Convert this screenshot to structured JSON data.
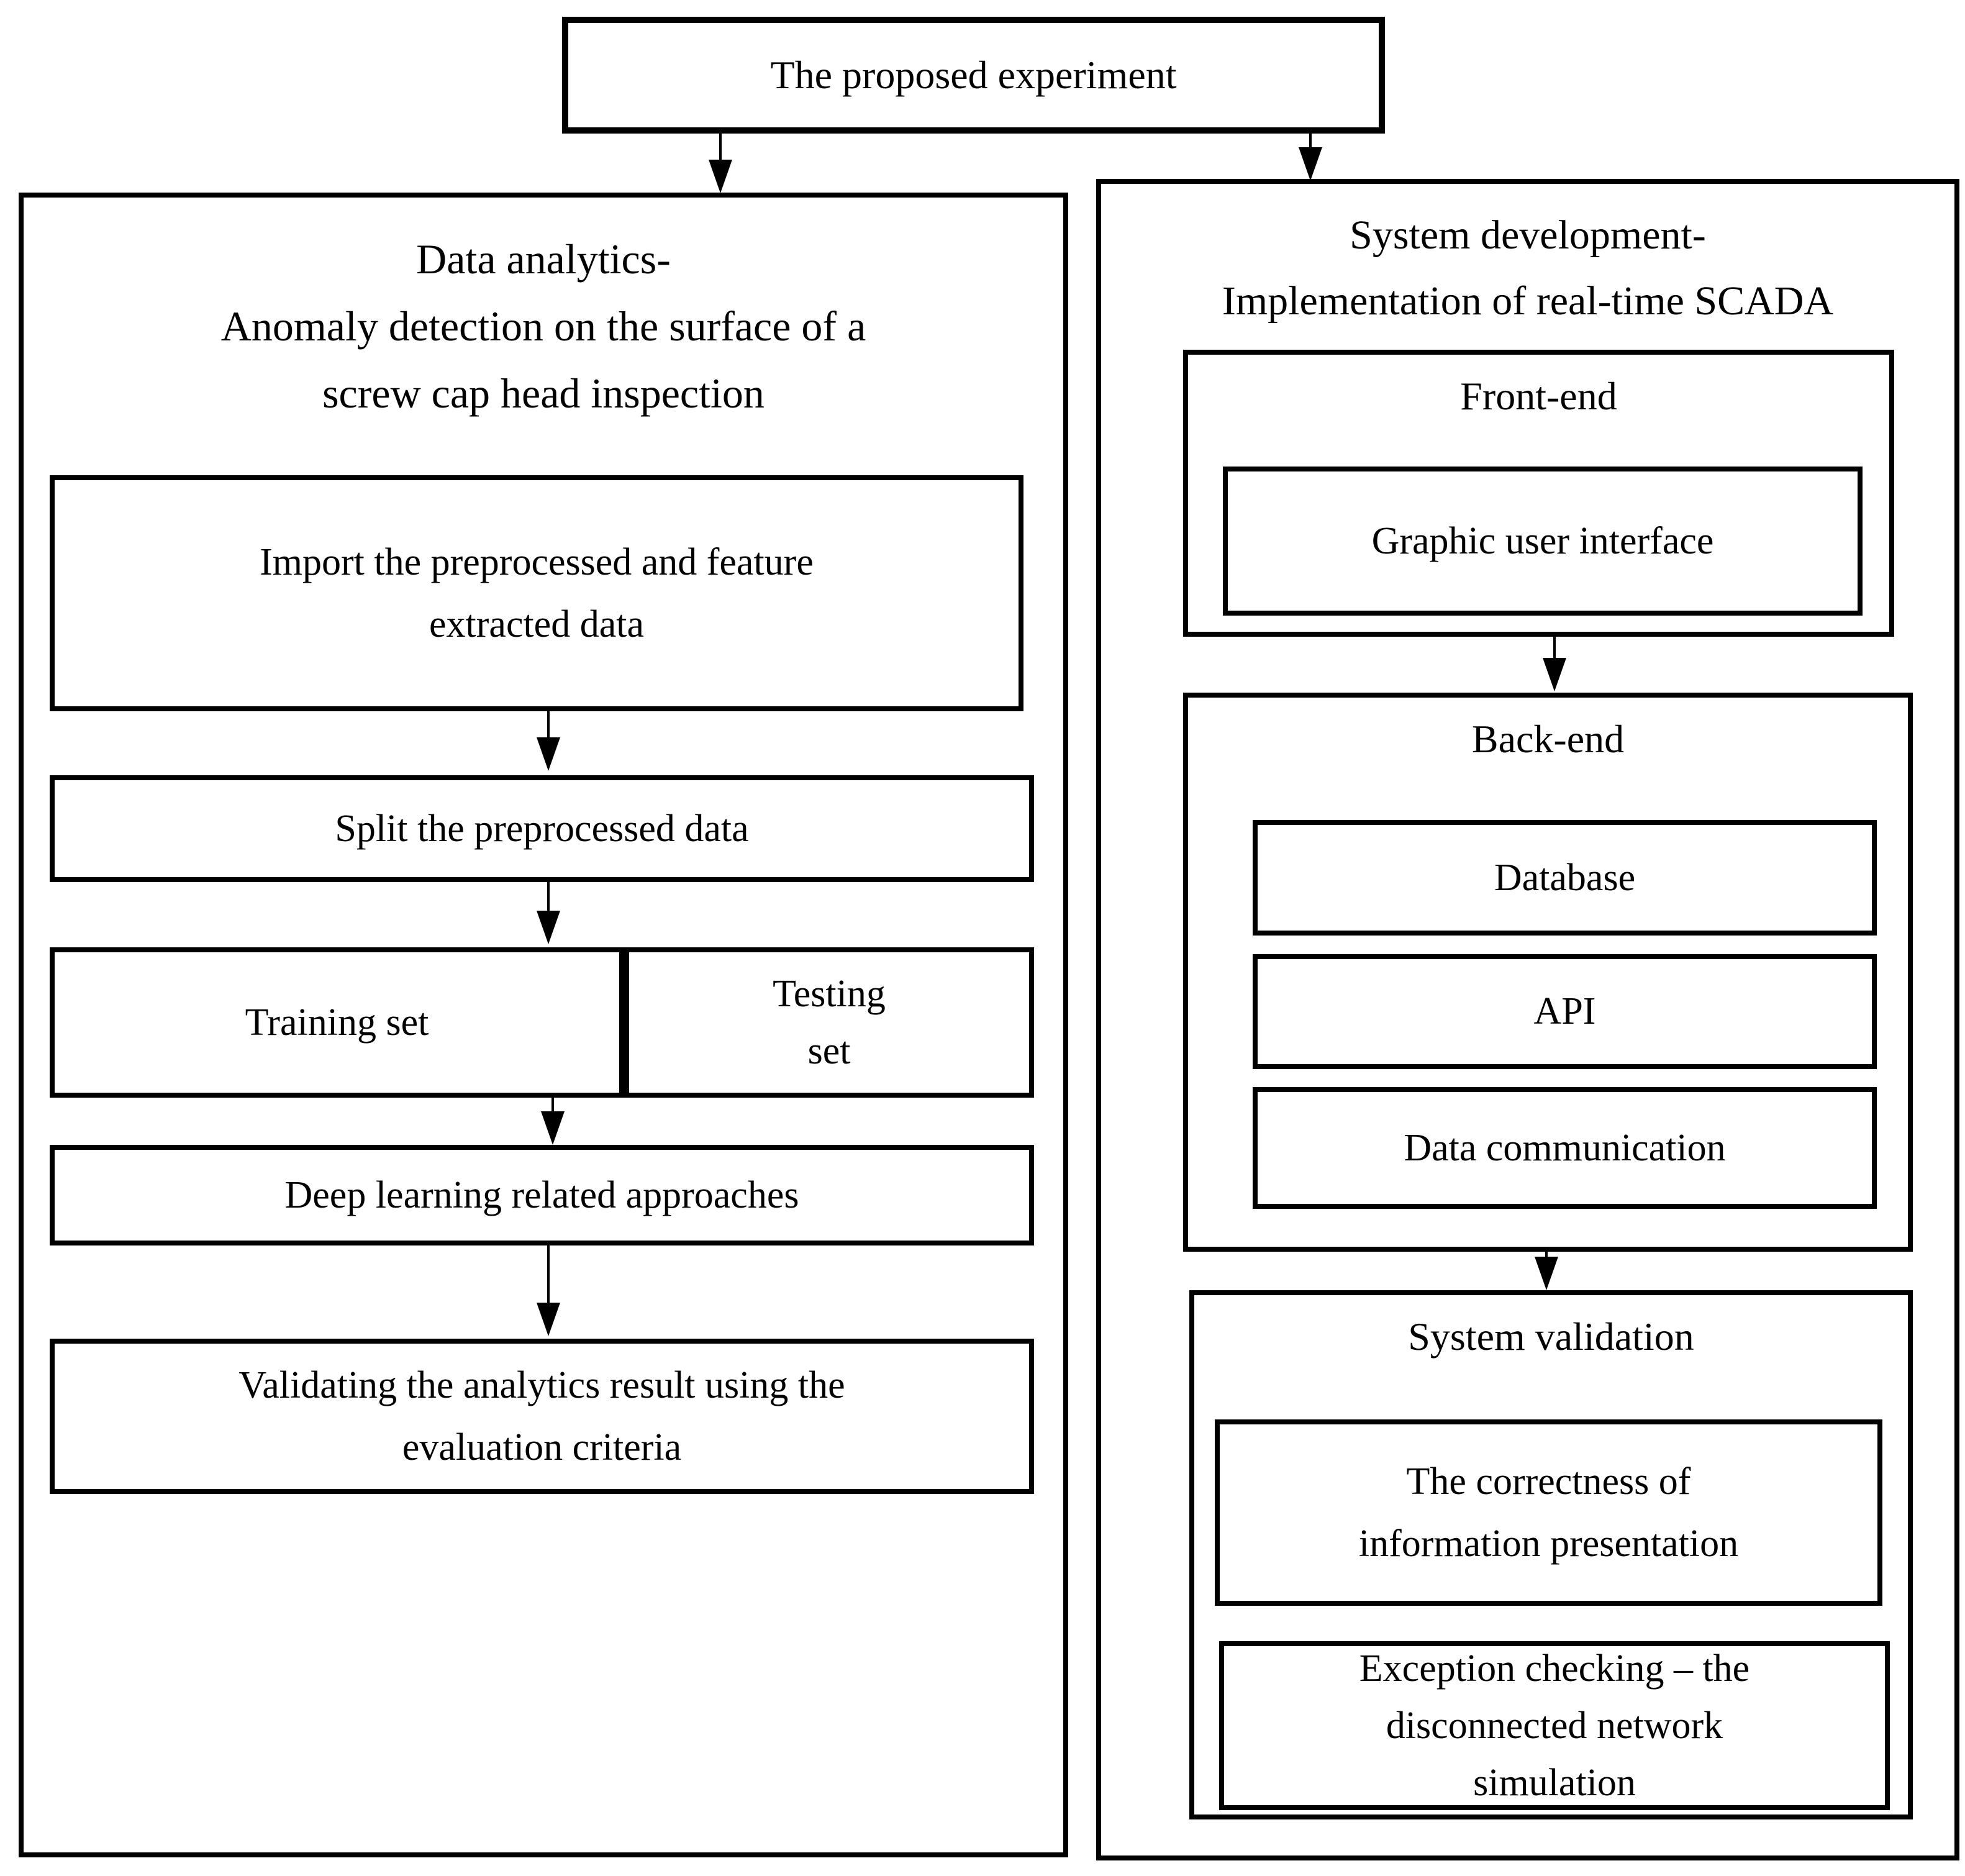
{
  "top_box": {
    "label": "The proposed experiment"
  },
  "left_panel": {
    "title_lines": [
      "Data analytics-",
      "Anomaly detection on the surface of a",
      "screw cap head inspection"
    ],
    "import_box_lines": [
      "Import the preprocessed and feature",
      "extracted data"
    ],
    "split_box_label": "Split the preprocessed data",
    "training_box_label": "Training set",
    "testing_box_lines": [
      "Testing",
      "set"
    ],
    "deep_learning_box_label": "Deep learning related approaches",
    "validating_box_lines": [
      "Validating the analytics result using the",
      "evaluation criteria"
    ]
  },
  "right_panel": {
    "title_lines": [
      "System development-",
      "Implementation of real-time SCADA"
    ],
    "front_end": {
      "label": "Front-end",
      "gui_box_label": "Graphic user interface"
    },
    "back_end": {
      "label": "Back-end",
      "database_box_label": "Database",
      "api_box_label": "API",
      "data_communication_box_label": "Data communication"
    },
    "system_validation": {
      "label": "System validation",
      "correctness_box_lines": [
        "The correctness of",
        "information presentation"
      ],
      "exception_box_lines": [
        "Exception checking – the",
        "disconnected network",
        "simulation"
      ]
    }
  },
  "colors": {
    "line": "#000000",
    "background": "#ffffff"
  }
}
